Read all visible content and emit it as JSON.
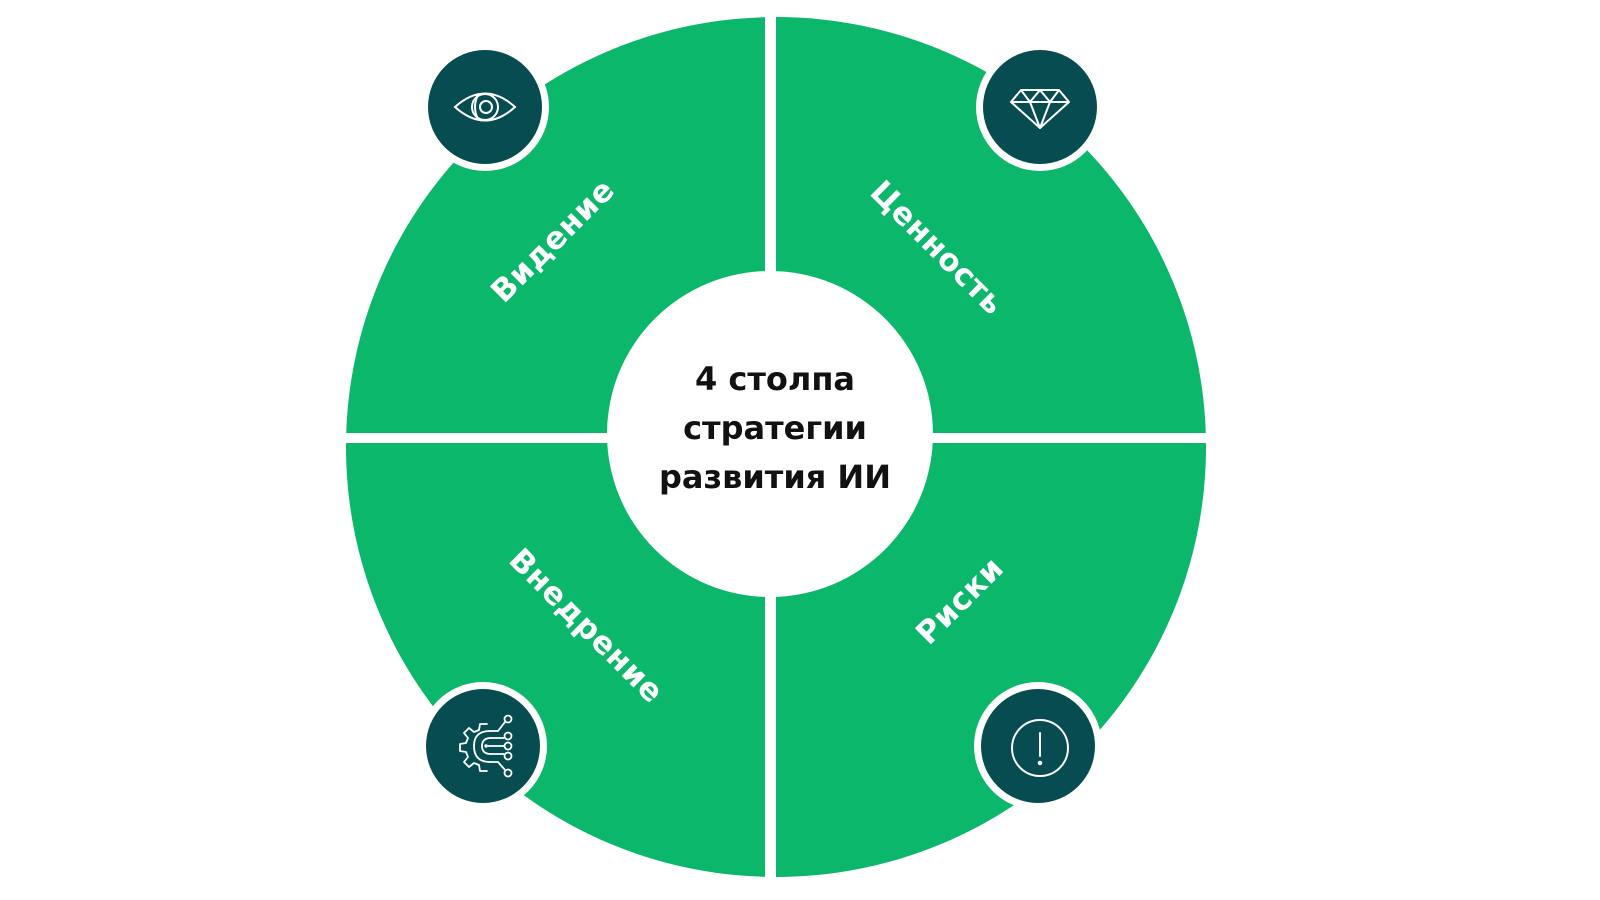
{
  "diagram": {
    "title_lines": [
      "4 столпа",
      "стратегии",
      "развития ИИ"
    ],
    "colors": {
      "segment_fill": "#0BB76A",
      "icon_circle_fill": "#064C50",
      "icon_stroke": "#ffffff",
      "divider": "#ffffff",
      "center_fill": "#ffffff",
      "title_text": "#111111",
      "label_text": "#ffffff"
    },
    "pillars": [
      {
        "position": "top-left",
        "label": "Видение",
        "icon": "eye-icon"
      },
      {
        "position": "top-right",
        "label": "Ценность",
        "icon": "diamond-icon"
      },
      {
        "position": "bottom-left",
        "label": "Внедрение",
        "icon": "gear-circuit-icon"
      },
      {
        "position": "bottom-right",
        "label": "Риски",
        "icon": "exclamation-circle-icon"
      }
    ]
  }
}
